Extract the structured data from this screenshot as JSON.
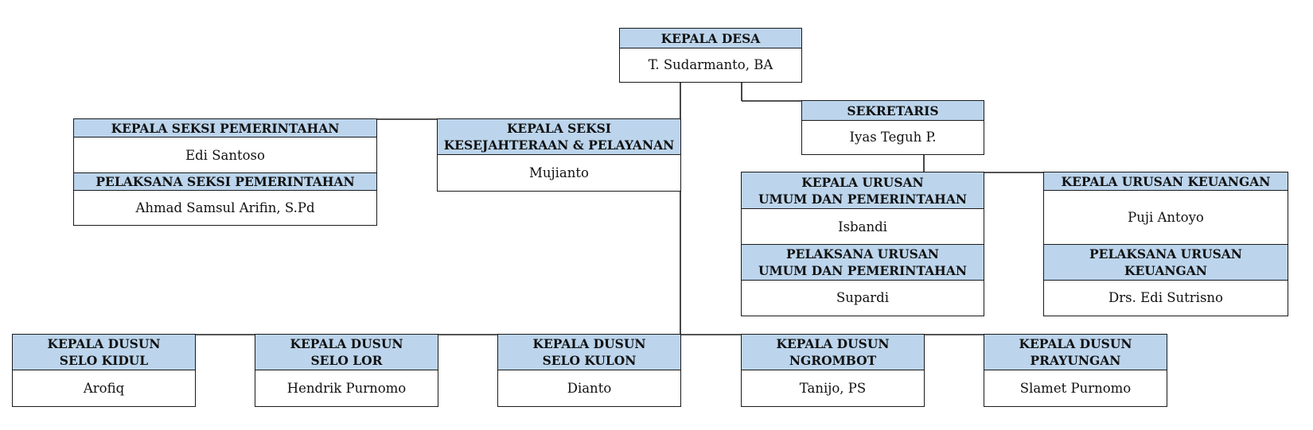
{
  "kepala_desa": {
    "title": "KEPALA DESA",
    "name": "T. Sudarmanto, BA"
  },
  "sekretaris": {
    "title": "SEKRETARIS",
    "name": "Iyas Teguh P."
  },
  "seksi_pemerintahan": {
    "title": "KEPALA SEKSI PEMERINTAHAN",
    "name": "Edi Santoso",
    "pelaksana_title": "PELAKSANA SEKSI PEMERINTAHAN",
    "pelaksana_name": "Ahmad Samsul Arifin, S.Pd"
  },
  "seksi_kesejahteraan": {
    "title": "KEPALA SEKSI\nKESEJAHTERAAN & PELAYANAN",
    "name": "Mujianto"
  },
  "urusan_umum": {
    "title": "KEPALA URUSAN\nUMUM DAN PEMERINTAHAN",
    "name": "Isbandi",
    "pelaksana_title": "PELAKSANA URUSAN\nUMUM DAN PEMERINTAHAN",
    "pelaksana_name": "Supardi"
  },
  "urusan_keuangan": {
    "title": "KEPALA URUSAN KEUANGAN",
    "name": "Puji Antoyo",
    "pelaksana_title": "PELAKSANA URUSAN\nKEUANGAN",
    "pelaksana_name": "Drs. Edi Sutrisno"
  },
  "dusun": [
    {
      "title": "KEPALA DUSUN\nSELO KIDUL",
      "name": "Arofiq"
    },
    {
      "title": "KEPALA DUSUN\nSELO LOR",
      "name": "Hendrik Purnomo"
    },
    {
      "title": "KEPALA DUSUN\nSELO KULON",
      "name": "Dianto"
    },
    {
      "title": "KEPALA DUSUN\nNGROMBOT",
      "name": "Tanijo, PS"
    },
    {
      "title": "KEPALA DUSUN\nPRAYUNGAN",
      "name": "Slamet Purnomo"
    }
  ]
}
